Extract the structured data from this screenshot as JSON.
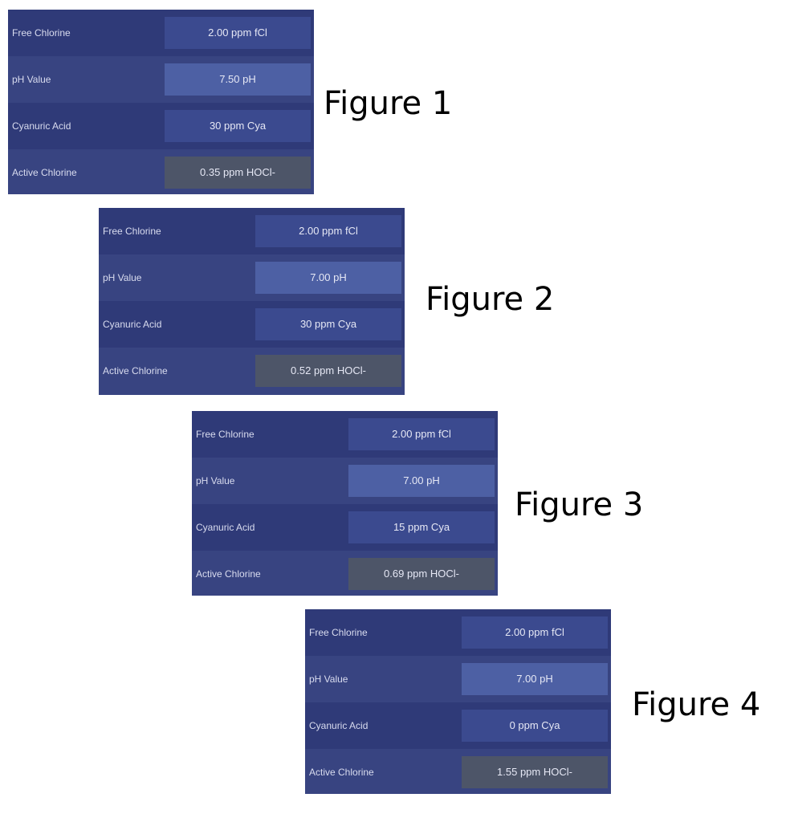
{
  "figures": [
    {
      "caption": "Figure 1",
      "rows": [
        {
          "label": "Free Chlorine",
          "value": "2.00 ppm fCl"
        },
        {
          "label": "pH Value",
          "value": "7.50 pH"
        },
        {
          "label": "Cyanuric Acid",
          "value": "30 ppm Cya"
        },
        {
          "label": "Active Chlorine",
          "value": "0.35 ppm HOCl-"
        }
      ]
    },
    {
      "caption": "Figure 2",
      "rows": [
        {
          "label": "Free Chlorine",
          "value": "2.00 ppm fCl"
        },
        {
          "label": "pH Value",
          "value": "7.00 pH"
        },
        {
          "label": "Cyanuric Acid",
          "value": "30 ppm Cya"
        },
        {
          "label": "Active Chlorine",
          "value": "0.52 ppm HOCl-"
        }
      ]
    },
    {
      "caption": "Figure 3",
      "rows": [
        {
          "label": "Free Chlorine",
          "value": "2.00 ppm fCl"
        },
        {
          "label": "pH Value",
          "value": "7.00 pH"
        },
        {
          "label": "Cyanuric Acid",
          "value": "15 ppm Cya"
        },
        {
          "label": "Active Chlorine",
          "value": "0.69 ppm HOCl-"
        }
      ]
    },
    {
      "caption": "Figure 4",
      "rows": [
        {
          "label": "Free Chlorine",
          "value": "2.00 ppm fCl"
        },
        {
          "label": "pH Value",
          "value": "7.00 pH"
        },
        {
          "label": "Cyanuric Acid",
          "value": "0 ppm Cya"
        },
        {
          "label": "Active Chlorine",
          "value": "1.55 ppm HOCl-"
        }
      ]
    }
  ]
}
